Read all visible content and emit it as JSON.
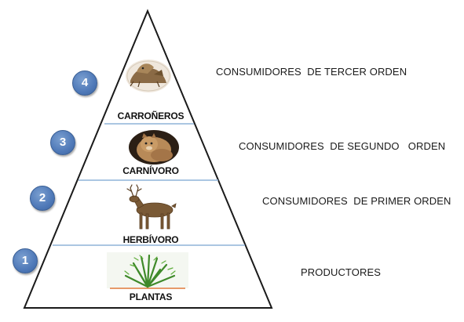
{
  "levels": [
    {
      "number": "1",
      "tier": "PLANTAS",
      "description": "PRODUCTORES",
      "illustration": "plant-icon"
    },
    {
      "number": "2",
      "tier": "HERBÍVORO",
      "description": "CONSUMIDORES  DE PRIMER ORDEN",
      "illustration": "deer-icon"
    },
    {
      "number": "3",
      "tier": "CARNÍVORO",
      "description": "CONSUMIDORES  DE SEGUNDO   ORDEN",
      "illustration": "cougar-icon"
    },
    {
      "number": "4",
      "tier": "CARROÑEROS",
      "description": "CONSUMIDORES  DE TERCER ORDEN",
      "illustration": "scavenger-icon"
    }
  ],
  "colors": {
    "outline": "#1a1a1a",
    "divider": "#8fb3d9",
    "badge": "#4f79b8",
    "plant": "#3f8a2a",
    "deer": "#7a5a36",
    "cougar": "#b88a58",
    "scavenger": "#8a6a45"
  }
}
